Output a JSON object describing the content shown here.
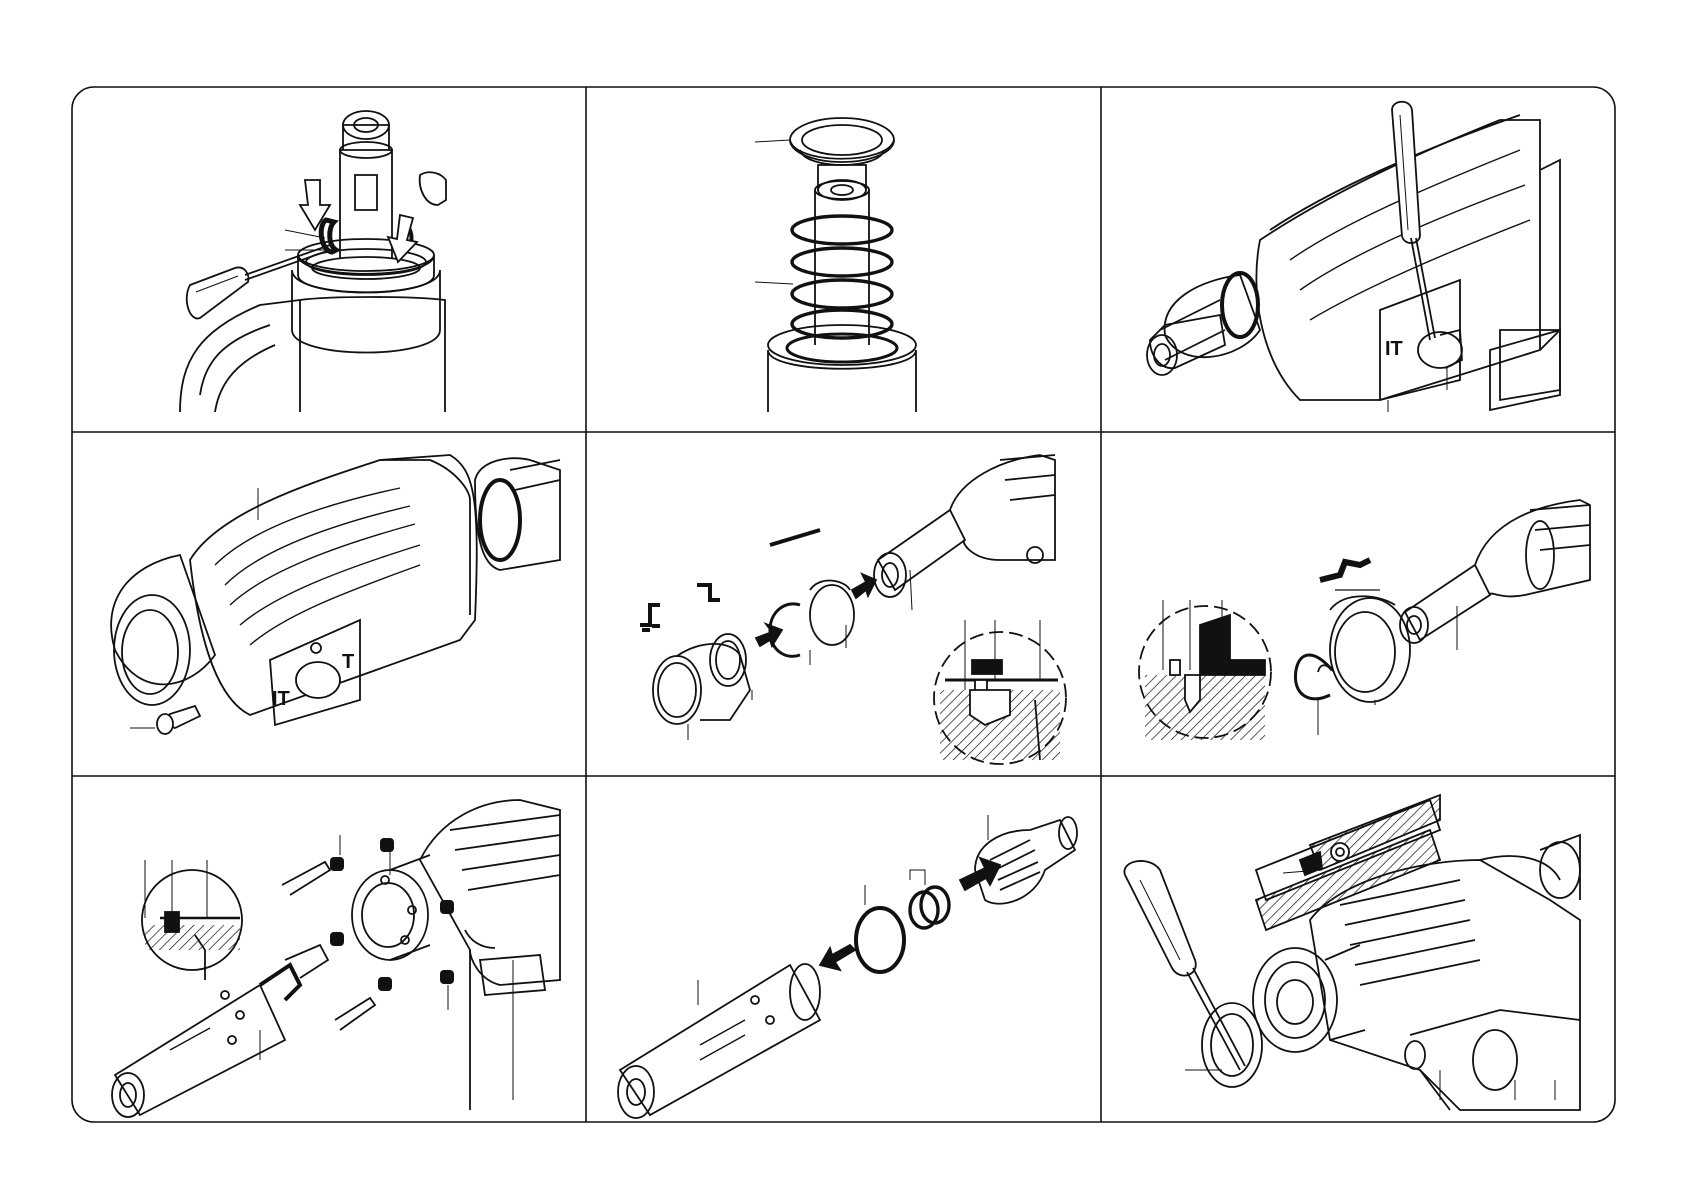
{
  "page": {
    "panel_count": 9,
    "grid": {
      "columns": 3,
      "rows": 3
    },
    "colors": {
      "ink": "#111111",
      "paper": "#ffffff",
      "hatch": "#111111"
    }
  },
  "panels": [
    {
      "id": "p1",
      "depicts": "screwdriver-releasing-retaining-clips-on-chuck"
    },
    {
      "id": "p2",
      "depicts": "cap-and-spring-over-spindle"
    },
    {
      "id": "p3",
      "depicts": "screwdriver-on-mode-selector-knob"
    },
    {
      "id": "p4",
      "depicts": "gear-housing-with-screw"
    },
    {
      "id": "p5",
      "depicts": "spindle-ring-stack-with-section-detail"
    },
    {
      "id": "p6",
      "depicts": "spindle-seal-and-circlip-with-section-detail"
    },
    {
      "id": "p7",
      "depicts": "spindle-with-balls-and-section-detail"
    },
    {
      "id": "p8",
      "depicts": "striker-with-o-rings"
    },
    {
      "id": "p9",
      "depicts": "screwdriver-removing-seal-with-section-detail"
    }
  ]
}
